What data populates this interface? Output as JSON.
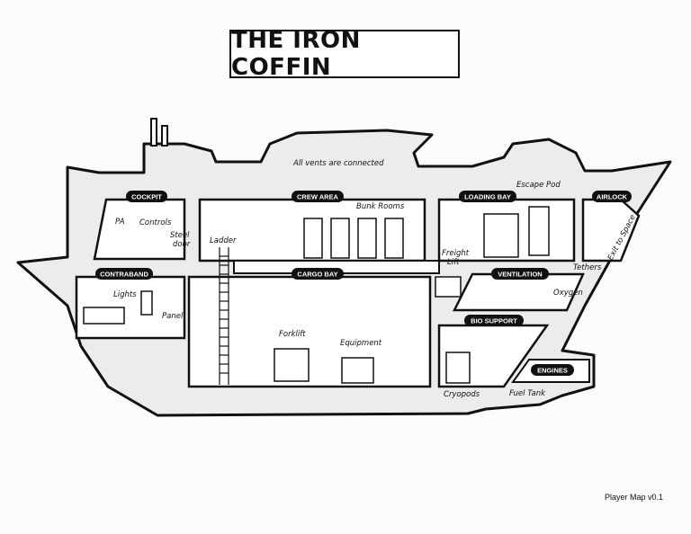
{
  "map": {
    "title": "THE IRON COFFIN",
    "version_label": "Player Map v0.1",
    "note": "All vents are connected"
  },
  "rooms": {
    "cockpit": "COCKPIT",
    "crew_area": "CREW AREA",
    "loading_bay": "LOADING BAY",
    "airlock": "AIRLOCK",
    "contraband": "CONTRABAND",
    "cargo_bay": "CARGO BAY",
    "ventilation": "VENTILATION",
    "bio_support": "BIO SUPPORT",
    "engines": "ENGINES"
  },
  "features": {
    "pa": "PA",
    "controls": "Controls",
    "steel_door_1": "Steel",
    "steel_door_2": "door",
    "ladder": "Ladder",
    "bunk_rooms": "Bunk Rooms",
    "escape_pod": "Escape Pod",
    "tethers": "Tethers",
    "exit_to_space": "Exit to Space",
    "freight_lift_1": "Freight",
    "freight_lift_2": "Lift",
    "lights": "Lights",
    "panel": "Panel",
    "forklift": "Forklift",
    "equipment": "Equipment",
    "oxygen": "Oxygen",
    "cryopods": "Cryopods",
    "fuel_tank": "Fuel Tank"
  },
  "colors": {
    "ink": "#111111",
    "hull_fill": "#ececec",
    "room_fill": "#ffffff",
    "pill": "#111111"
  }
}
